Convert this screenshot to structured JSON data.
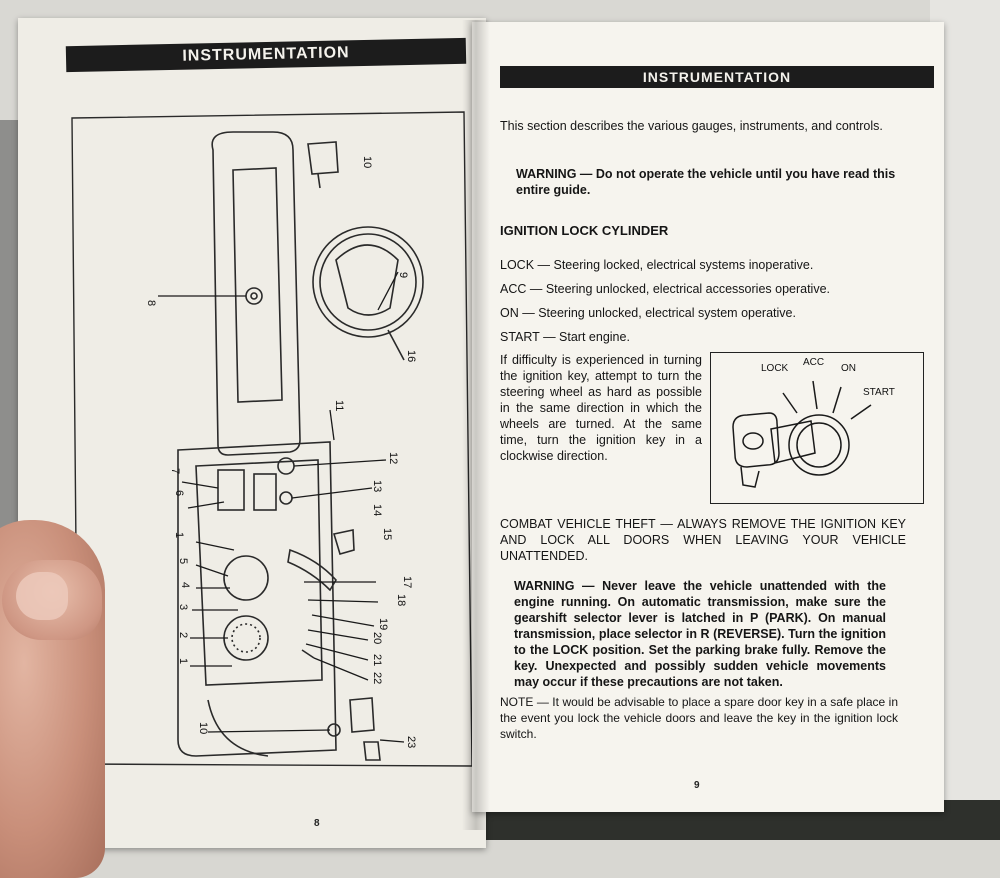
{
  "left_page": {
    "header": "INSTRUMENTATION",
    "page_number": "8",
    "callouts": [
      "1",
      "2",
      "3",
      "4",
      "5",
      "6",
      "7",
      "8",
      "9",
      "10",
      "11",
      "12",
      "13",
      "14",
      "15",
      "16",
      "17",
      "18",
      "19",
      "20",
      "21",
      "22",
      "23"
    ]
  },
  "right_page": {
    "header": "INSTRUMENTATION",
    "intro": "This section describes the various gauges, instruments, and controls.",
    "warning_1": "WARNING — Do not operate the vehicle until you have read this entire guide.",
    "section_title": "IGNITION LOCK CYLINDER",
    "positions": {
      "lock": "LOCK — Steering locked, electrical systems inoperative.",
      "acc": "ACC — Steering unlocked, electrical accessories operative.",
      "on": "ON — Steering unlocked, electrical system operative.",
      "start": "START — Start engine."
    },
    "difficulty": "If difficulty is experienced in turning the ignition key, attempt to turn the steering wheel as hard as possible in the same direction in which the wheels are turned. At the same time, turn the ignition key in a clockwise direction.",
    "key_labels": {
      "lock": "LOCK",
      "acc": "ACC",
      "on": "ON",
      "start": "START"
    },
    "theft": "COMBAT VEHICLE THEFT — ALWAYS REMOVE THE IGNITION KEY AND LOCK ALL DOORS WHEN LEAVING YOUR VEHICLE UNATTENDED.",
    "warning_2": "WARNING — Never leave the vehicle unattended with the engine running. On automatic transmission, make sure the gearshift selector lever is latched in P (PARK). On manual transmission, place selector in R (REVERSE). Turn the ignition to the LOCK position. Set the parking brake fully. Remove the key. Unexpected and possibly sudden vehicle movements may occur if these precautions are not taken.",
    "note": "NOTE — It would be advisable to place a spare door key in a safe place in the event you lock the vehicle doors and leave the key in the ignition lock switch.",
    "page_number": "9"
  }
}
